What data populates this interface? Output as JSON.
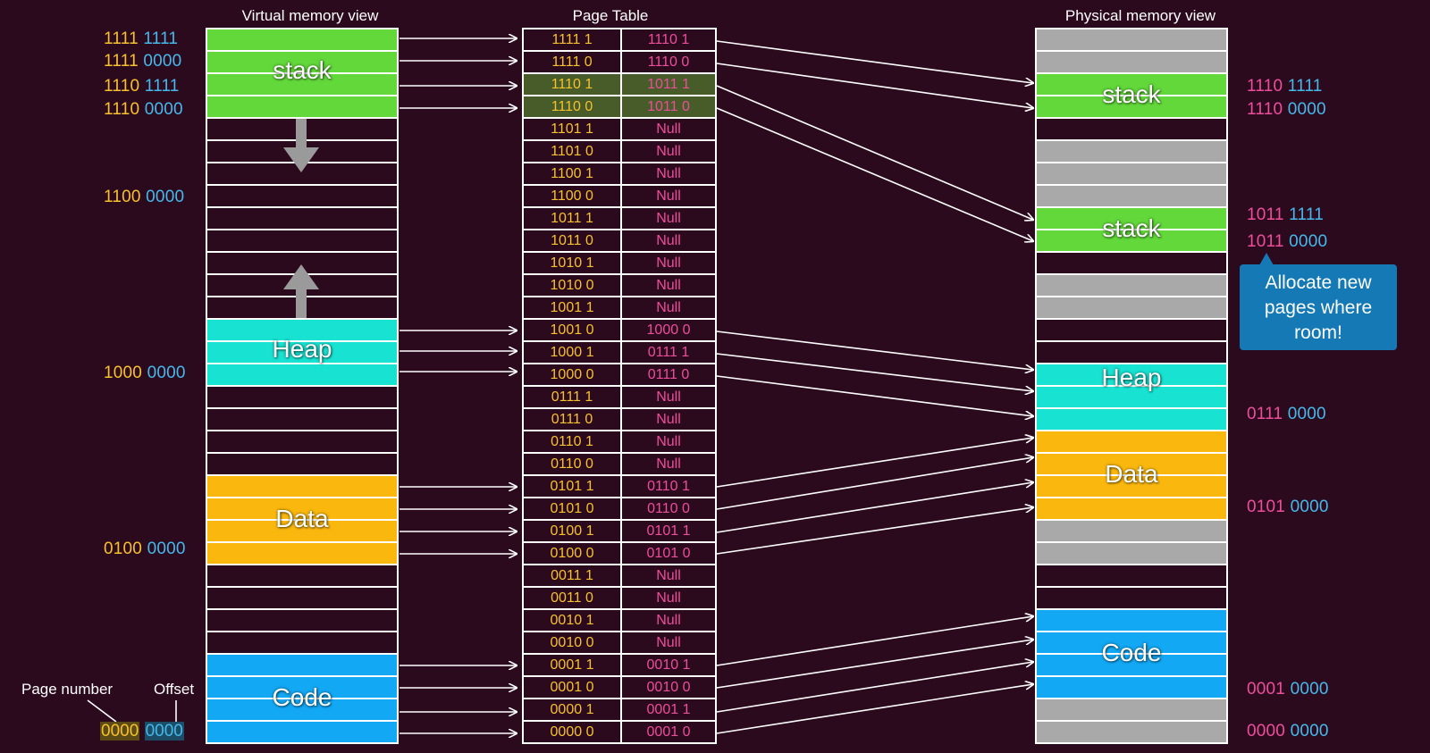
{
  "titles": {
    "virtual": "Virtual memory view",
    "page_table": "Page Table",
    "physical": "Physical memory view"
  },
  "virtual_segments": {
    "stack": "stack",
    "heap": "Heap",
    "data": "Data",
    "code": "Code"
  },
  "physical_segments": {
    "stack_1": "stack",
    "stack_2": "stack",
    "heap": "Heap",
    "data": "Data",
    "code": "Code"
  },
  "virtual_addresses": [
    {
      "hi": "1111",
      "lo": "1111"
    },
    {
      "hi": "1111",
      "lo": "0000"
    },
    {
      "hi": "1110",
      "lo": "1111"
    },
    {
      "hi": "1110",
      "lo": "0000"
    },
    {
      "hi": "1100",
      "lo": "0000"
    },
    {
      "hi": "1000",
      "lo": "0000"
    },
    {
      "hi": "0100",
      "lo": "0000"
    }
  ],
  "physical_addresses": [
    {
      "hi": "1110",
      "lo": "1111"
    },
    {
      "hi": "1110",
      "lo": "0000"
    },
    {
      "hi": "1011",
      "lo": "1111"
    },
    {
      "hi": "1011",
      "lo": "0000"
    },
    {
      "hi": "0111",
      "lo": "0000"
    },
    {
      "hi": "0101",
      "lo": "0000"
    },
    {
      "hi": "0001",
      "lo": "0000"
    },
    {
      "hi": "0000",
      "lo": "0000"
    }
  ],
  "page_table": [
    {
      "vpn": "1111 1",
      "ppn": "1110 1"
    },
    {
      "vpn": "1111 0",
      "ppn": "1110 0"
    },
    {
      "vpn": "1110 1",
      "ppn": "1011 1"
    },
    {
      "vpn": "1110 0",
      "ppn": "1011 0"
    },
    {
      "vpn": "1101 1",
      "ppn": "Null"
    },
    {
      "vpn": "1101 0",
      "ppn": "Null"
    },
    {
      "vpn": "1100 1",
      "ppn": "Null"
    },
    {
      "vpn": "1100 0",
      "ppn": "Null"
    },
    {
      "vpn": "1011 1",
      "ppn": "Null"
    },
    {
      "vpn": "1011 0",
      "ppn": "Null"
    },
    {
      "vpn": "1010 1",
      "ppn": "Null"
    },
    {
      "vpn": "1010 0",
      "ppn": "Null"
    },
    {
      "vpn": "1001 1",
      "ppn": "Null"
    },
    {
      "vpn": "1001 0",
      "ppn": "1000 0"
    },
    {
      "vpn": "1000 1",
      "ppn": "0111 1"
    },
    {
      "vpn": "1000 0",
      "ppn": "0111 0"
    },
    {
      "vpn": "0111 1",
      "ppn": "Null"
    },
    {
      "vpn": "0111 0",
      "ppn": "Null"
    },
    {
      "vpn": "0110 1",
      "ppn": "Null"
    },
    {
      "vpn": "0110 0",
      "ppn": "Null"
    },
    {
      "vpn": "0101 1",
      "ppn": "0110 1"
    },
    {
      "vpn": "0101 0",
      "ppn": "0110 0"
    },
    {
      "vpn": "0100 1",
      "ppn": "0101 1"
    },
    {
      "vpn": "0100 0",
      "ppn": "0101 0"
    },
    {
      "vpn": "0011 1",
      "ppn": "Null"
    },
    {
      "vpn": "0011 0",
      "ppn": "Null"
    },
    {
      "vpn": "0010 1",
      "ppn": "Null"
    },
    {
      "vpn": "0010 0",
      "ppn": "Null"
    },
    {
      "vpn": "0001 1",
      "ppn": "0010 1"
    },
    {
      "vpn": "0001 0",
      "ppn": "0010 0"
    },
    {
      "vpn": "0000 1",
      "ppn": "0001 1"
    },
    {
      "vpn": "0000 0",
      "ppn": "0001 0"
    }
  ],
  "callout": {
    "line1": "Allocate new",
    "line2": "pages where",
    "line3": "room!"
  },
  "legend": {
    "page_number": "Page number",
    "offset": "Offset",
    "addr_hi": "0000",
    "addr_lo": "0000"
  },
  "colors": {
    "background": "#2c0a1e",
    "stack": "#62d83a",
    "heap": "#18e2d2",
    "data": "#fab80e",
    "code": "#13a8f4",
    "gray": "#a9a9a9",
    "page_bits": "#f7c12c",
    "offset_bits": "#45b9ec",
    "physical_bits": "#ee4d9c",
    "callout": "#1479b5"
  }
}
